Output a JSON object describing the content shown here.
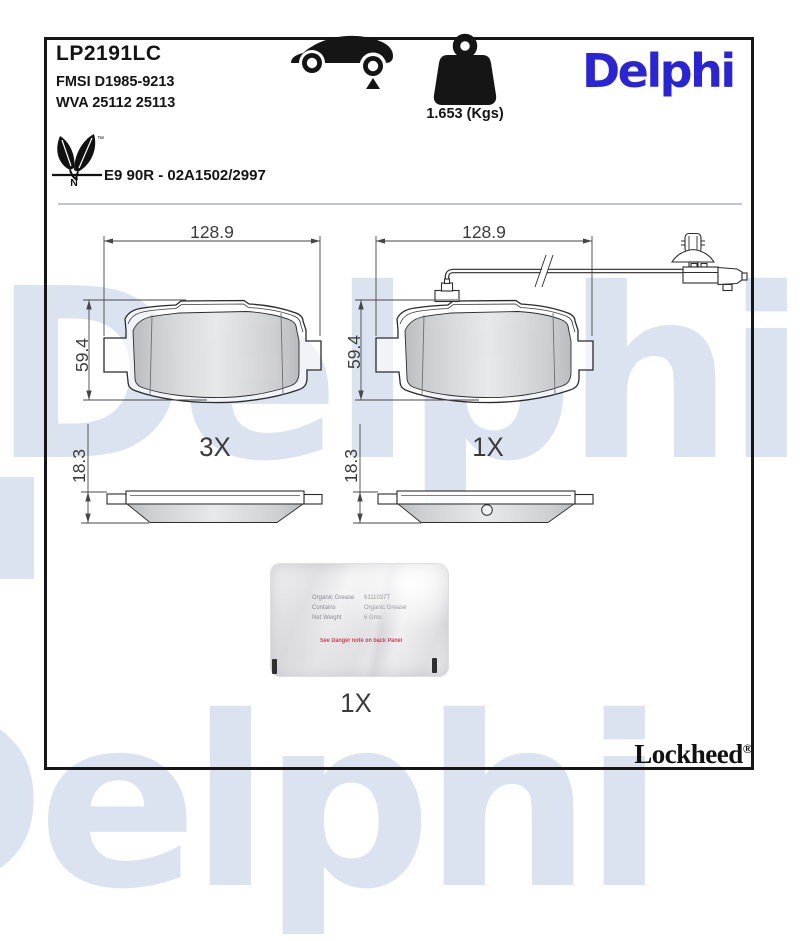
{
  "page": {
    "watermark": "Delphi"
  },
  "header": {
    "part_number": "LP2191LC",
    "fmsi": "FMSI D1985-9213",
    "wva": "WVA 25112 25113",
    "weight_label": "1.653 (Kgs)",
    "brand": "Delphi",
    "eco": {
      "tm": "™",
      "n": "N",
      "approval": "E9 90R - 02A1502/2997"
    }
  },
  "drawing": {
    "left_pad": {
      "width": "128.9",
      "height": "59.4",
      "thickness": "18.3",
      "qty": "3X"
    },
    "right_pad": {
      "width": "128.9",
      "height": "59.4",
      "thickness": "18.3",
      "qty": "1X"
    }
  },
  "grease": {
    "qty": "1X",
    "rows": [
      {
        "label": "Organic Grease",
        "value": "6111037T"
      },
      {
        "label": "Contains",
        "value": "Organic Grease"
      },
      {
        "label": "Net Weight",
        "value": "6 Gms"
      }
    ],
    "warning": "See Danger note on back Panel"
  },
  "footer": {
    "brand": "Lockheed",
    "reg": "®"
  },
  "colors": {
    "brand_blue": "#2A24D7",
    "watermark_blue": "#dce3f0",
    "warning_red": "#c74458",
    "drawing_line": "#2d2d2d"
  }
}
